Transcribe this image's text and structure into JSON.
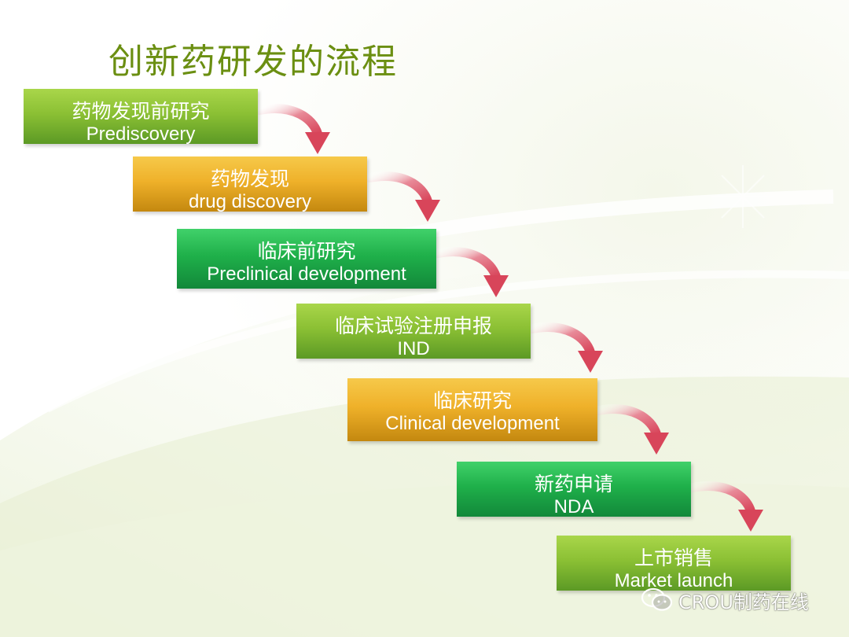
{
  "slide": {
    "title": "创新药研发的流程"
  },
  "steps": [
    {
      "zh": "药物发现前研究",
      "en": "Prediscovery"
    },
    {
      "zh": "药物发现",
      "en": "drug discovery"
    },
    {
      "zh": "临床前研究",
      "en": "Preclinical development"
    },
    {
      "zh": "临床试验注册申报",
      "en": "IND"
    },
    {
      "zh": "临床研究",
      "en": "Clinical development"
    },
    {
      "zh": "新药申请",
      "en": "NDA"
    },
    {
      "zh": "上市销售",
      "en": "Market launch"
    }
  ],
  "watermark": {
    "icon": "wechat-icon",
    "text": "CROU制药在线"
  },
  "colors": {
    "title": "#6b8f12",
    "lime": "#8bc034",
    "gold": "#efb12a",
    "green": "#1fb04a",
    "arrow": "#d8455a"
  }
}
